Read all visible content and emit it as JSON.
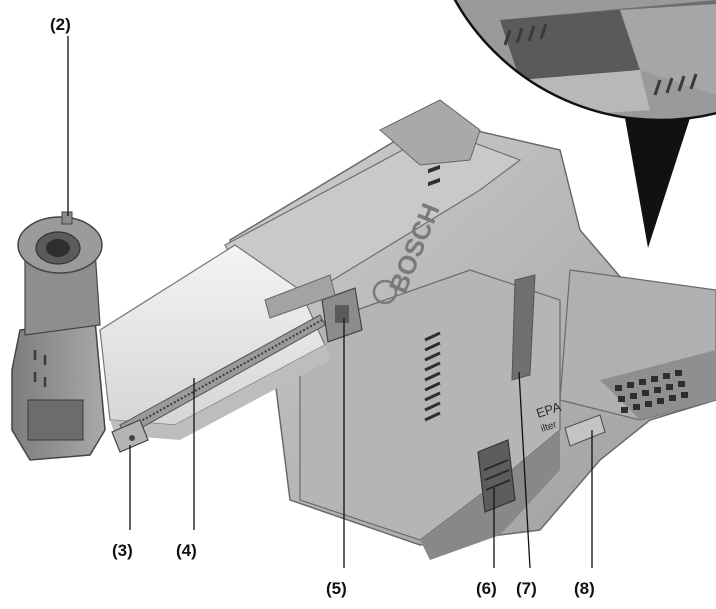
{
  "callouts": {
    "c2": "(2)",
    "c3": "(3)",
    "c4": "(4)",
    "c5": "(5)",
    "c6": "(6)",
    "c7": "(7)",
    "c8": "(8)"
  },
  "brand_text": "BOSCH",
  "filter_text": "EPA",
  "filter_subtext": "ilter",
  "colors": {
    "body": "#b9b9b9",
    "body_dark": "#8a8a8a",
    "tube": "#ececec",
    "label": "#111111"
  },
  "icons": [
    "zoom-detail-circle",
    "dust-extraction-unit"
  ]
}
